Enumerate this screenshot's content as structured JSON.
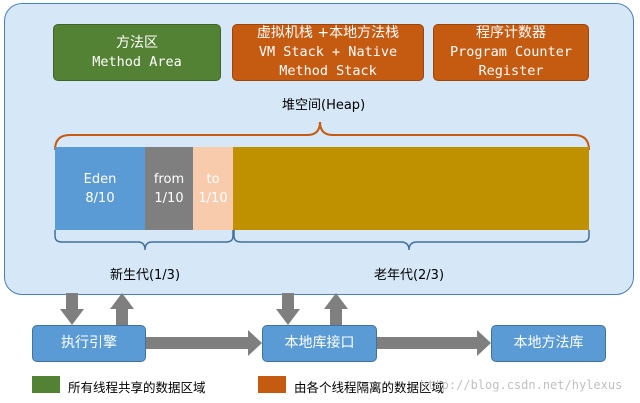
{
  "method_area": {
    "title": "方法区",
    "subtitle": "Method Area"
  },
  "stack_area": {
    "title": "虚拟机栈 +本地方法栈",
    "line2": "VM Stack + Native",
    "line3": "Method Stack"
  },
  "pc_register": {
    "title": "程序计数器",
    "line2": "Program Counter",
    "line3": "Register"
  },
  "heap": {
    "label": "堆空间(Heap)",
    "segments": {
      "eden": {
        "name": "Eden",
        "ratio": "8/10"
      },
      "from": {
        "name": "from",
        "ratio": "1/10"
      },
      "to": {
        "name": "to",
        "ratio": "1/10"
      }
    },
    "young_label": "新生代(1/3)",
    "old_label": "老年代(2/3)"
  },
  "bottom": {
    "exec_engine": "执行引擎",
    "native_interface": "本地库接口",
    "native_lib": "本地方法库"
  },
  "legend": {
    "shared": "所有线程共享的数据区域",
    "isolated": "由各个线程隔离的数据区域"
  },
  "watermark": "http://blog.csdn.net/hylexus",
  "colors": {
    "shared": "#548235",
    "isolated": "#c55a11",
    "jvm_bg": "#d6e7f8",
    "eden": "#5b9bd5",
    "from": "#7f7f7f",
    "to": "#f8cbad",
    "old": "#bf9000"
  }
}
